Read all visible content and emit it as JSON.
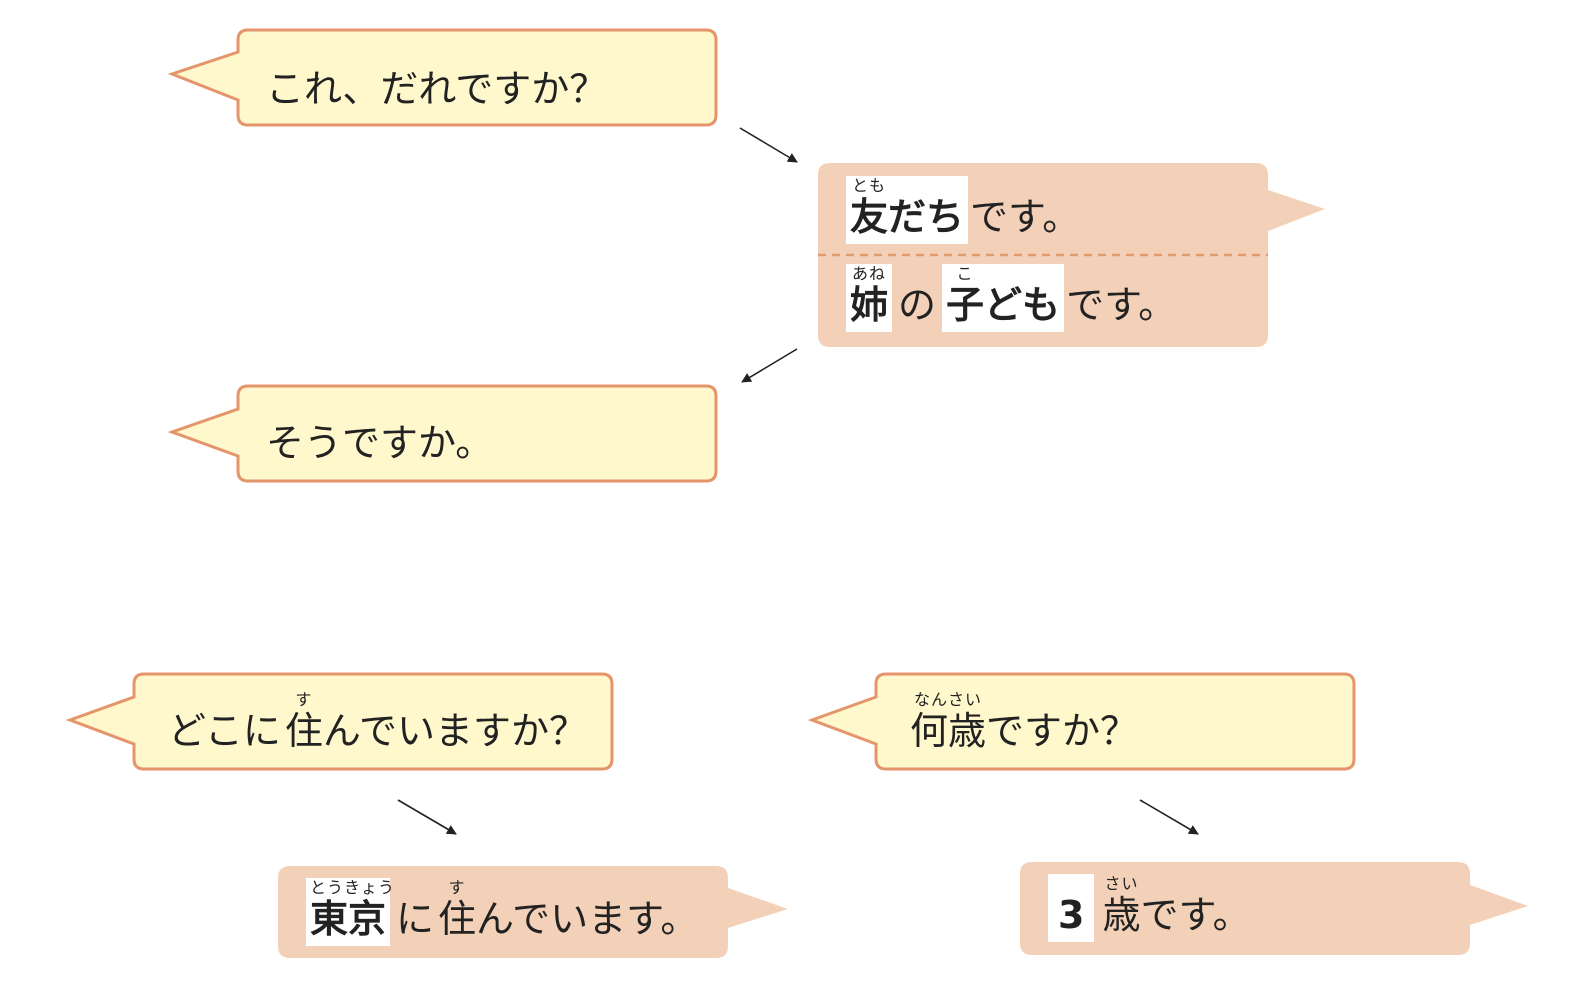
{
  "colors": {
    "question_fill": "#FFF8CC",
    "question_border": "#E5956B",
    "answer_fill": "#F3D1B8",
    "divider": "#E39A70",
    "highlight": "#FFFFFF",
    "arrow": "#222222"
  },
  "dialog1": {
    "question": "これ、だれですか？",
    "answer1": {
      "w1": "友",
      "w1_ruby": "とも",
      "w1_rest": "だち",
      "tail": "です。"
    },
    "answer2": {
      "w1": "姉",
      "w1_ruby": "あね",
      "p1": "の",
      "w2": "子",
      "w2_ruby": "こ",
      "w2_rest": "ども",
      "tail": "です。"
    },
    "reply": "そうですか。"
  },
  "dialog2": {
    "q_pre": "どこに",
    "q_kanji": "住",
    "q_ruby": "す",
    "q_post": "んでいますか？",
    "a_place": "東京",
    "a_place_ruby": "とうきょう",
    "a_mid": "に",
    "a_kanji": "住",
    "a_ruby": "す",
    "a_post": "んでいます。"
  },
  "dialog3": {
    "q_kanji": "何歳",
    "q_ruby": "なんさい",
    "q_post": "ですか？",
    "a_num": "3",
    "a_kanji": "歳",
    "a_ruby": "さい",
    "a_post": "です。"
  }
}
